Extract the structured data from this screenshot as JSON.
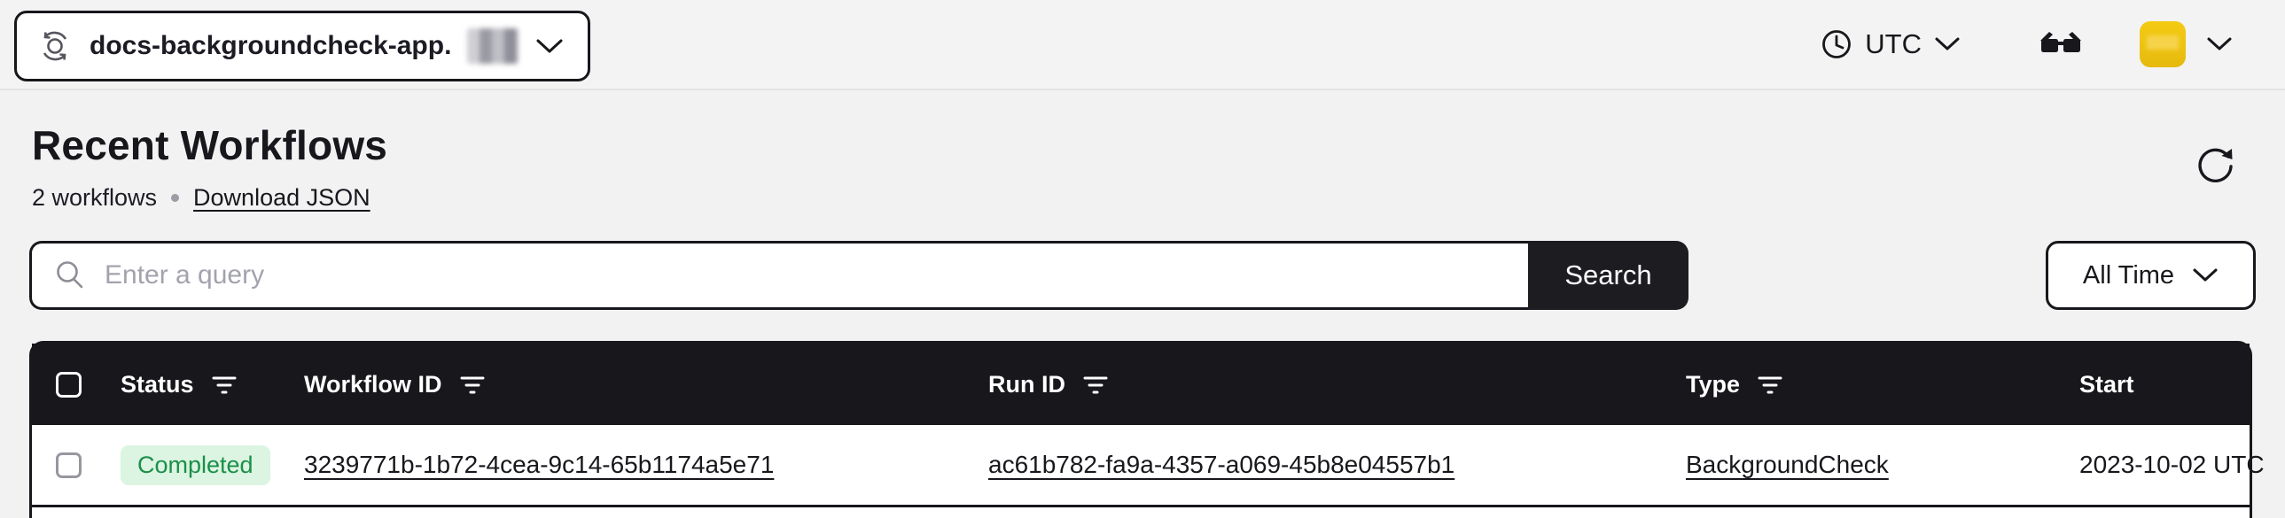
{
  "topbar": {
    "namespace": {
      "name": "docs-backgroundcheck-app."
    },
    "timezone": {
      "label": "UTC"
    }
  },
  "header": {
    "title": "Recent Workflows",
    "count_label": "2 workflows",
    "download_label": "Download JSON"
  },
  "search": {
    "placeholder": "Enter a query",
    "value": "",
    "button_label": "Search",
    "time_filter_label": "All Time"
  },
  "table": {
    "columns": [
      {
        "label": "Status"
      },
      {
        "label": "Workflow ID"
      },
      {
        "label": "Run ID"
      },
      {
        "label": "Type"
      },
      {
        "label": "Start"
      }
    ],
    "rows": [
      {
        "status": "Completed",
        "workflow_id": "3239771b-1b72-4cea-9c14-65b1174a5e71",
        "run_id": "ac61b782-fa9a-4357-a069-45b8e04557b1",
        "type": "BackgroundCheck",
        "start": "2023-10-02 UTC"
      }
    ]
  },
  "colors": {
    "accent_dark": "#17171c",
    "page_bg": "#f2f2f3",
    "badge_bg": "#dcf4e2",
    "badge_text": "#1a9049",
    "avatar_yellow": "#eec413"
  }
}
